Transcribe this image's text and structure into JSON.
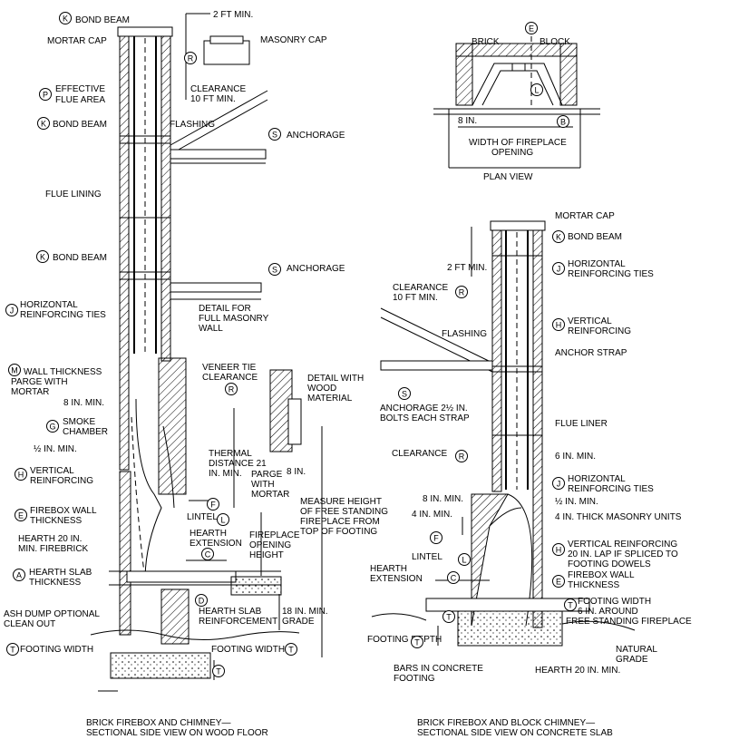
{
  "left": {
    "labels": {
      "k_top": "BOND BEAM",
      "k_top2": "MORTAR CAP",
      "two_ft": "2 FT MIN.",
      "masonry_cap": "MASONRY CAP",
      "p1": "EFFECTIVE",
      "p2": "FLUE AREA",
      "clear1": "CLEARANCE",
      "clear2": "10 FT MIN.",
      "k_mid": "BOND BEAM",
      "flashing": "FLASHING",
      "anchorage1": "ANCHORAGE",
      "flue_lining": "FLUE LINING",
      "k_low": "BOND BEAM",
      "anchorage2": "ANCHORAGE",
      "j1": "HORIZONTAL",
      "j2": "REINFORCING TIES",
      "detail_full1": "DETAIL FOR",
      "detail_full2": "FULL MASONRY",
      "detail_full3": "WALL",
      "m1": "WALL THICKNESS",
      "m2": "PARGE WITH",
      "m3": "MORTAR",
      "veneer1": "VENEER TIE",
      "veneer2": "CLEARANCE",
      "detail_wood1": "DETAIL WITH",
      "detail_wood2": "WOOD",
      "detail_wood3": "MATERIAL",
      "eight_in_min": "8 IN. MIN.",
      "g1": "SMOKE",
      "g2": "CHAMBER",
      "half_in": "½ IN. MIN.",
      "thermal1": "THERMAL",
      "thermal2": "DISTANCE 21",
      "thermal3": "IN. MIN.",
      "parge1": "PARGE",
      "parge2": "WITH",
      "parge3": "MORTAR",
      "eight_in": "8 IN.",
      "h1": "VERTICAL",
      "h2": "REINFORCING",
      "measure1": "MEASURE HEIGHT",
      "measure2": "OF FREE STANDING",
      "measure3": "FIREPLACE FROM",
      "measure4": "TOP OF FOOTING",
      "e1": "FIREBOX WALL",
      "e2": "THICKNESS",
      "lintel": "LINTEL",
      "hearth_ext1": "HEARTH",
      "hearth_ext2": "EXTENSION",
      "hearth20_1": "HEARTH 20 IN.",
      "hearth20_2": "MIN. FIREBRICK",
      "fp_open1": "FIREPLACE",
      "fp_open2": "OPENING",
      "fp_open3": "HEIGHT",
      "a1": "HEARTH SLAB",
      "a2": "THICKNESS",
      "ash1": "ASH DUMP OPTIONAL",
      "ash2": "CLEAN OUT",
      "slab_r1": "HEARTH SLAB",
      "slab_r2": "REINFORCEMENT",
      "grade1": "18 IN. MIN.",
      "grade2": "GRADE",
      "footing_l": "FOOTING WIDTH",
      "footing_r": "FOOTING WIDTH",
      "caption1": "BRICK FIREBOX AND CHIMNEY—",
      "caption2": "SECTIONAL SIDE VIEW ON WOOD FLOOR"
    }
  },
  "plan": {
    "brick": "BRICK",
    "block": "BLOCK",
    "eight_in": "8 IN.",
    "width1": "WIDTH OF FIREPLACE",
    "width2": "OPENING",
    "caption": "PLAN VIEW"
  },
  "right": {
    "labels": {
      "mortar_cap": "MORTAR CAP",
      "bond_beam": "BOND BEAM",
      "two_ft": "2 FT MIN.",
      "j1": "HORIZONTAL",
      "j2": "REINFORCING TIES",
      "clear1": "CLEARANCE",
      "clear2": "10 FT MIN.",
      "h1": "VERTICAL",
      "h2": "REINFORCING",
      "flashing": "FLASHING",
      "anchor_strap": "ANCHOR STRAP",
      "s1": "ANCHORAGE 2½ IN.",
      "s2": "BOLTS EACH STRAP",
      "flue_liner": "FLUE LINER",
      "clearance": "CLEARANCE",
      "six_in": "6 IN. MIN.",
      "j3": "HORIZONTAL",
      "j4": "REINFORCING TIES",
      "eight_in": "8 IN. MIN.",
      "half_in": "½ IN. MIN.",
      "four_in": "4 IN. MIN.",
      "four_thick": "4 IN. THICK MASONRY UNITS",
      "h3": "VERTICAL REINFORCING",
      "h4": "20 IN. LAP IF SPLICED TO",
      "h5": "FOOTING DOWELS",
      "lintel": "LINTEL",
      "hext1": "HEARTH",
      "hext2": "EXTENSION",
      "e1": "FIREBOX WALL",
      "e2": "THICKNESS",
      "t1": "FOOTING WIDTH",
      "t2": "6 IN. AROUND",
      "t3": "FREE STANDING FIREPLACE",
      "footing_depth": "FOOTING DEPTH",
      "natural1": "NATURAL",
      "natural2": "GRADE",
      "bars1": "BARS IN CONCRETE",
      "bars2": "FOOTING",
      "hearth20": "HEARTH 20 IN. MIN.",
      "caption1": "BRICK FIREBOX AND BLOCK CHIMNEY—",
      "caption2": "SECTIONAL SIDE VIEW ON CONCRETE SLAB"
    }
  },
  "tags": {
    "K": "K",
    "R": "R",
    "P": "P",
    "S": "S",
    "J": "J",
    "M": "M",
    "G": "G",
    "H": "H",
    "E": "E",
    "A": "A",
    "T": "T",
    "F": "F",
    "L": "L",
    "C": "C",
    "D": "D",
    "B": "B"
  }
}
